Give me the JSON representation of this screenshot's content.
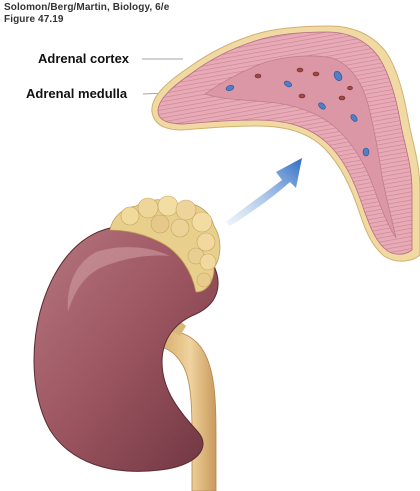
{
  "credit": {
    "line1": "Solomon/Berg/Martin, Biology, 6/e",
    "line2": "Figure 47.19"
  },
  "labels": {
    "cortex": "Adrenal cortex",
    "medulla": "Adrenal medulla"
  },
  "colors": {
    "cortex_fill": "#e7a8b4",
    "cortex_stripe": "#c87f90",
    "medulla_fill": "#dc97a6",
    "capsule": "#f0d8a0",
    "fat": "#e8d08c",
    "kidney": "#9b5560",
    "ureter": "#e5c18a",
    "arrow": "#3a78c9",
    "vessel_blue": "#4e7fc8",
    "vessel_red": "#a24844"
  }
}
